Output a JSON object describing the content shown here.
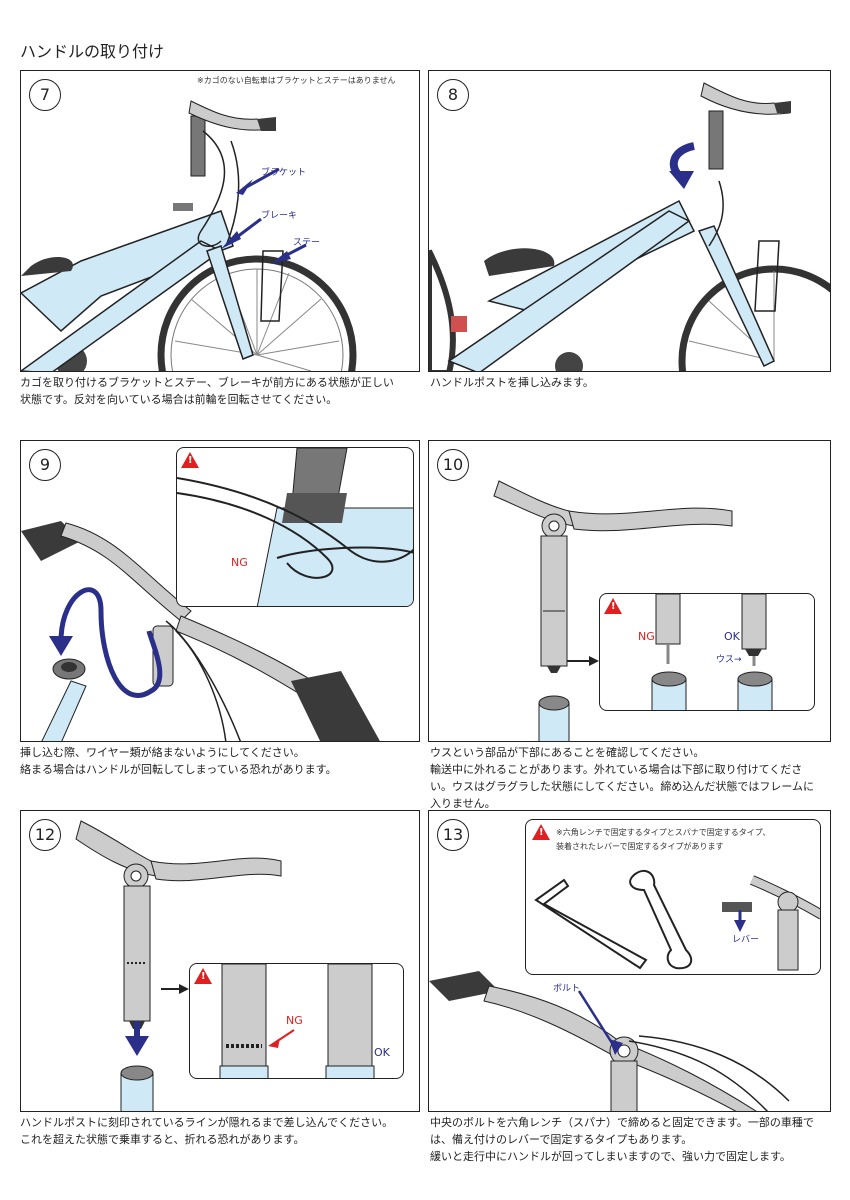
{
  "page_title": "ハンドルの取り付け",
  "steps": [
    {
      "num": "7",
      "note": "※カゴのない自転車はブラケットとステーはありません",
      "labels": {
        "bracket": "ブラケット",
        "brake": "ブレーキ",
        "stay": "ステー"
      },
      "caption": [
        "カゴを取り付けるブラケットとステー、ブレーキが前方にある状態が正しい",
        "状態です。反対を向いている場合は前輪を回転させてください。"
      ]
    },
    {
      "num": "8",
      "caption": [
        "ハンドルポストを挿し込みます。"
      ]
    },
    {
      "num": "9",
      "labels": {
        "ng": "NG"
      },
      "caption": [
        "挿し込む際、ワイヤー類が絡まないようにしてください。",
        "絡まる場合はハンドルが回転してしまっている恐れがあります。"
      ]
    },
    {
      "num": "10",
      "labels": {
        "ng": "NG",
        "ok": "OK",
        "usu": "ウス→"
      },
      "caption": [
        "ウスという部品が下部にあることを確認してください。",
        "輸送中に外れることがあります。外れている場合は下部に取り付けてくださ",
        "い。ウスはグラグラした状態にしてください。締め込んだ状態ではフレームに",
        "入りません。"
      ]
    },
    {
      "num": "12",
      "labels": {
        "ng": "NG",
        "ok": "OK"
      },
      "caption": [
        "ハンドルポストに刻印されているラインが隠れるまで差し込んでください。",
        "これを超えた状態で乗車すると、折れる恐れがあります。"
      ]
    },
    {
      "num": "13",
      "note": [
        "※六角レンチで固定するタイプとスパナで固定するタイプ、",
        "装着されたレバーで固定するタイプがあります"
      ],
      "labels": {
        "lever": "レバー",
        "bolt": "ボルト"
      },
      "caption": [
        "中央のボルトを六角レンチ（スパナ）で締めると固定できます。一部の車種で",
        "は、備え付けのレバーで固定するタイプもあります。",
        "緩いと走行中にハンドルが回ってしまいますので、強い力で固定します。"
      ]
    }
  ],
  "colors": {
    "frame": "#cfe9f6",
    "arrow": "#2a2f8a",
    "warn": "#e02020",
    "grey": "#bdbdbd",
    "dark": "#3a3a3a"
  }
}
